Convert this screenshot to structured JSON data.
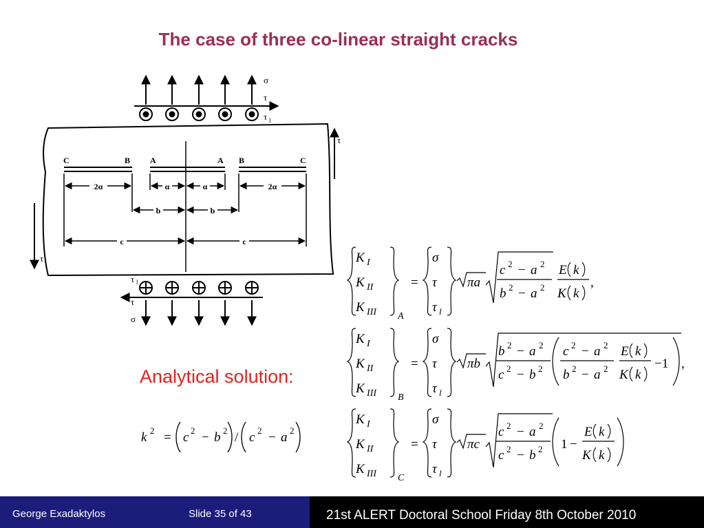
{
  "slide": {
    "title": "The case of three co-linear straight cracks",
    "analytical_label": "Analytical solution:"
  },
  "diagram": {
    "top_labels": [
      "σ",
      "τ",
      "τ",
      "τ"
    ],
    "point_labels": [
      "C",
      "B",
      "A",
      "A",
      "B",
      "C"
    ],
    "dim_2a": "2α",
    "dim_a": "α",
    "dim_b": "b",
    "dim_c": "c"
  },
  "equations": {
    "k1": "K",
    "k2": "K",
    "k3": "K",
    "sub1": "I",
    "sub2": "II",
    "sub3": "III",
    "sigma": "σ",
    "tau": "τ",
    "tau_l": "τ",
    "tau_l_sub": "l",
    "point_A": "A",
    "point_B": "B",
    "point_C": "C",
    "prefactor_A": "πa",
    "prefactor_B": "πb",
    "prefactor_C": "πc",
    "ratio_E": "E",
    "ratio_K": "K",
    "arg_k": "k",
    "one": "1",
    "minus_one": "−1",
    "comma": ","
  },
  "footer": {
    "author": "George Exadaktylos",
    "slide_number": "Slide 35 of 43",
    "event": "21st ALERT Doctoral School Friday 8th October 2010"
  },
  "colors": {
    "title": "#9b2d55",
    "analytical": "#e8201c",
    "footer_left_bg": "#1c1c7a",
    "footer_right_bg": "#000000"
  }
}
